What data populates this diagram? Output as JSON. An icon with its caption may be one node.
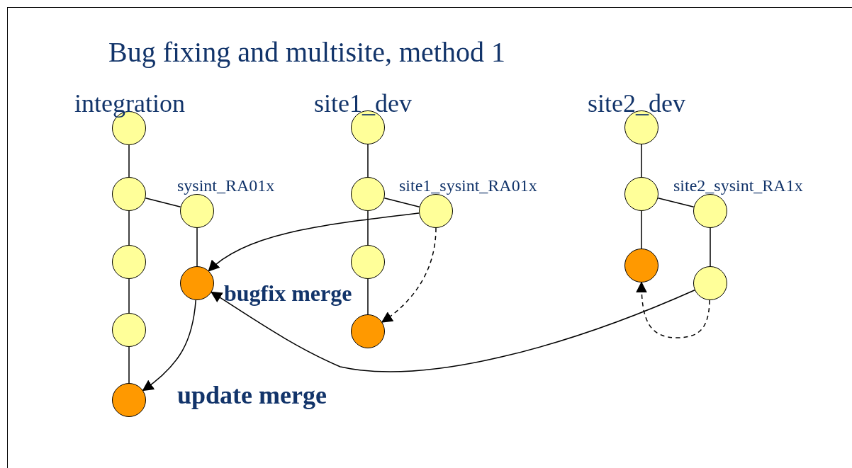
{
  "diagram": {
    "title": "Bug fixing and multisite, method 1",
    "nodes": [
      {
        "text": [],
        "shape": "circle"
      },
      {
        "text": [],
        "shape": "circle"
      },
      {
        "text": [],
        "shape": "circle"
      },
      {
        "text": [],
        "shape": "circle"
      },
      {
        "text": [],
        "shape": "circle"
      },
      {
        "text": [],
        "shape": "circle"
      },
      {
        "text": [],
        "shape": "circle"
      },
      {
        "text": [],
        "shape": "circle"
      },
      {
        "text": [],
        "shape": "circle"
      },
      {
        "text": [],
        "shape": "circle"
      },
      {
        "text": [],
        "shape": "circle"
      },
      {
        "text": [],
        "shape": "circle"
      },
      {
        "text": [],
        "shape": "circle"
      },
      {
        "text": [],
        "shape": "circle"
      },
      {
        "text": [],
        "shape": "circle"
      },
      {
        "text": [],
        "shape": "circle"
      },
      {
        "text": [],
        "shape": "circle"
      }
    ],
    "edges": [
      {
        "from": 0,
        "to": 1,
        "arrow": "none"
      },
      {
        "from": 1,
        "to": 2,
        "arrow": "none"
      },
      {
        "from": 2,
        "to": 3,
        "arrow": "none"
      },
      {
        "from": 3,
        "to": 4,
        "arrow": "none"
      },
      {
        "from": 1,
        "to": 5,
        "arrow": "none"
      },
      {
        "from": 5,
        "to": 6,
        "arrow": "none"
      },
      {
        "from": 7,
        "to": 8,
        "arrow": "none"
      },
      {
        "from": 8,
        "to": 9,
        "arrow": "none"
      },
      {
        "from": 9,
        "to": 10,
        "arrow": "none"
      },
      {
        "from": 8,
        "to": 11,
        "arrow": "none"
      },
      {
        "from": 11,
        "to": 6,
        "arrow": "to"
      },
      {
        "from": 11,
        "to": 10,
        "arrow": "to",
        "style": "dashed"
      },
      {
        "from": 12,
        "to": 13,
        "arrow": "none"
      },
      {
        "from": 13,
        "to": 14,
        "arrow": "none"
      },
      {
        "from": 13,
        "to": 15,
        "arrow": "none"
      },
      {
        "from": 15,
        "to": 16,
        "arrow": "none"
      },
      {
        "from": 16,
        "to": 6,
        "arrow": "to"
      },
      {
        "from": 16,
        "to": 14,
        "arrow": "to",
        "style": "dashed"
      },
      {
        "from": 6,
        "to": 4,
        "arrow": "to"
      }
    ],
    "labels": [
      "integration",
      "site1_dev",
      "site2_dev",
      "sysint_RA01x",
      "site1_sysint_RA01x",
      "site2_sysint_RA1x",
      "bugfix merge",
      "update merge"
    ]
  }
}
